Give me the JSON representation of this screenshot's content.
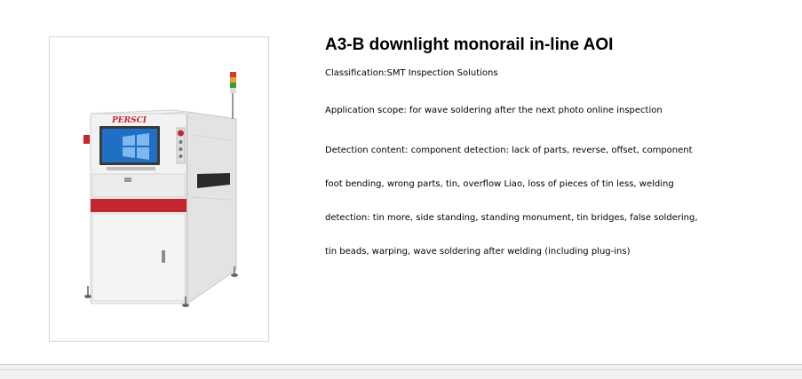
{
  "product": {
    "title": "A3-B downlight monorail in-line AOI",
    "classification": "Classification:SMT Inspection Solutions",
    "scope": "Application scope: for wave soldering after the next photo online inspection",
    "detection_lines": [
      "Detection content: component detection: lack of parts, reverse, offset, component",
      "foot bending, wrong parts, tin, overflow Liao, loss of pieces of tin less, welding",
      "detection: tin more, side standing, standing monument, tin bridges, false soldering,",
      "tin beads, warping, wave soldering after welding (including plug-ins)"
    ],
    "image": {
      "brand_text": "PERSCI",
      "colors": {
        "body": "#eeeeee",
        "accent_red": "#c4262e",
        "screen": "#1f6fc4"
      }
    }
  }
}
